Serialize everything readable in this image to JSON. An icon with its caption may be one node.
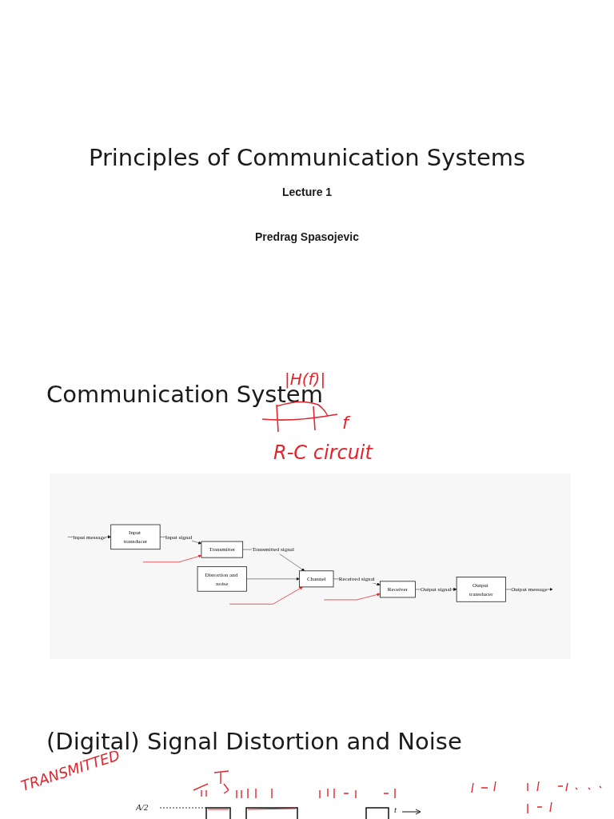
{
  "diagram": {
    "title": "Principles of Communication Systems",
    "nodes": [
      {
        "text": [
          "Input transducer"
        ]
      },
      {
        "text": [
          "Transmitter"
        ]
      },
      {
        "text": [
          "Channel"
        ]
      },
      {
        "text": [
          "Receiver"
        ]
      },
      {
        "text": [
          "Output transducer"
        ]
      },
      {
        "text": [
          "Distortion and noise"
        ]
      }
    ],
    "edges": [
      {
        "from": null,
        "to": 0,
        "arrow": "to",
        "label": "Input message"
      },
      {
        "from": 0,
        "to": 1,
        "arrow": "to",
        "label": "Input signal"
      },
      {
        "from": 1,
        "to": 2,
        "arrow": "to",
        "label": "Transmitted signal"
      },
      {
        "from": 2,
        "to": 3,
        "arrow": "to",
        "label": "Received signal"
      },
      {
        "from": 3,
        "to": 4,
        "arrow": "to",
        "label": "Output signal"
      },
      {
        "from": 4,
        "to": null,
        "arrow": "to",
        "label": "Output message"
      },
      {
        "from": 5,
        "to": 2,
        "arrow": "to"
      },
      {
        "from": null,
        "to": 1,
        "arrow": "to",
        "color": "#e3262e"
      },
      {
        "from": null,
        "to": 2,
        "arrow": "to",
        "color": "#e3262e"
      },
      {
        "from": null,
        "to": 3,
        "arrow": "to",
        "color": "#e3262e"
      }
    ],
    "labels": [
      "Lecture 1",
      "Predrag Spasojevic",
      "Communication System",
      "|H(f)|",
      "f",
      "R-C circuit",
      "(Digital) Signal Distortion and Noise",
      "TRANSMITTED",
      "A/2",
      "t"
    ]
  }
}
